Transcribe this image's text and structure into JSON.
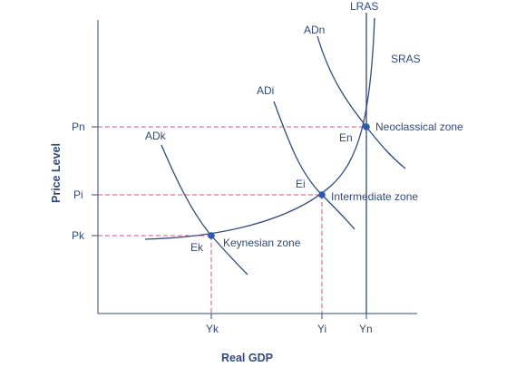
{
  "axes": {
    "x_title": "Real GDP",
    "y_title": "Price Level",
    "x_ticks": [
      "Yk",
      "Yi",
      "Yn"
    ],
    "y_ticks": [
      "Pn",
      "Pi",
      "Pk"
    ]
  },
  "curves": {
    "lras": "LRAS",
    "sras": "SRAS",
    "ad_n": "ADn",
    "ad_i": "ADi",
    "ad_k": "ADk"
  },
  "points": {
    "e_n": "En",
    "e_i": "Ei",
    "e_k": "Ek"
  },
  "zones": {
    "neoclassical": "Neoclassical zone",
    "intermediate": "Intermediate zone",
    "keynesian": "Keynesian zone"
  },
  "colors": {
    "curve": "#2f4a7a",
    "guide": "#d45a78",
    "point": "#2b5ab0"
  }
}
